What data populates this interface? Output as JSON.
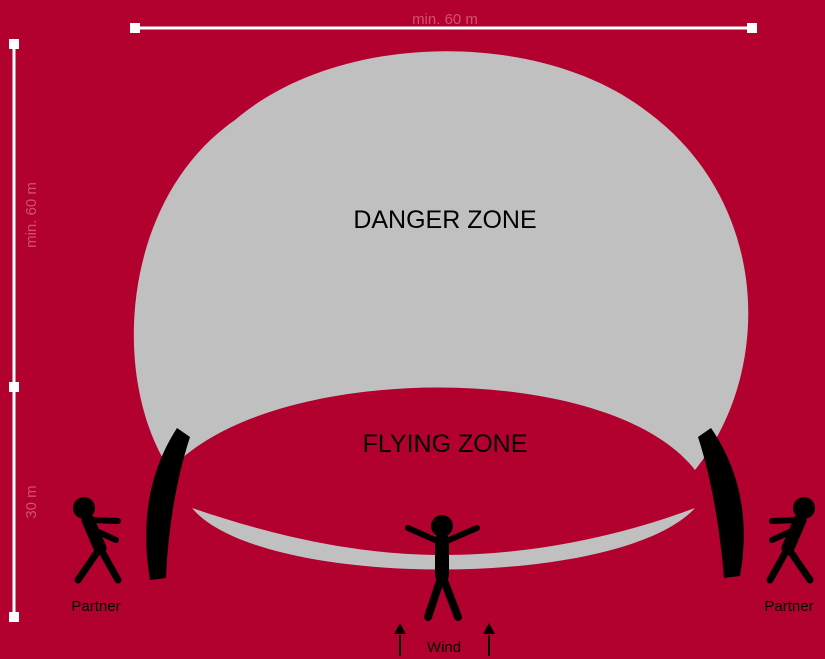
{
  "colors": {
    "background": "#b2002f",
    "danger_zone": "#c0c0c0",
    "measure_lines": "#ffffff",
    "figures": "#000000",
    "faint_text": "#d4506e"
  },
  "measurements": {
    "top_width": "min. 60 m",
    "left_upper": "min. 60 m",
    "left_lower": "30 m"
  },
  "zones": {
    "danger": "DANGER ZONE",
    "flying": "FLYING ZONE"
  },
  "people": {
    "left": "Partner",
    "right": "Partner"
  },
  "wind": {
    "label": "Wind"
  },
  "icons": [
    "arrow-up-icon",
    "person-icon",
    "kite-icon"
  ]
}
